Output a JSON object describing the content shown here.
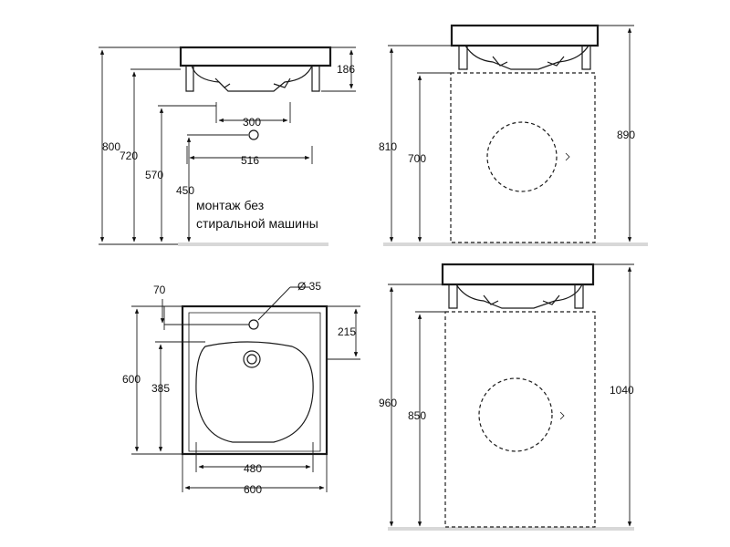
{
  "top_left": {
    "dims": {
      "d186": "186",
      "d300": "300",
      "d516": "516",
      "d800": "800",
      "d720": "720",
      "d570": "570",
      "d450": "450"
    },
    "note_line1": "монтаж без",
    "note_line2": "стиральной машины"
  },
  "top_right": {
    "dims": {
      "d810": "810",
      "d700": "700",
      "d890": "890"
    }
  },
  "bottom_left": {
    "dims": {
      "d70": "70",
      "d35": "Ø 35",
      "d215": "215",
      "d600v": "600",
      "d385": "385",
      "d480": "480",
      "d600h": "600"
    }
  },
  "bottom_right": {
    "dims": {
      "d960": "960",
      "d850": "850",
      "d1040": "1040"
    }
  }
}
